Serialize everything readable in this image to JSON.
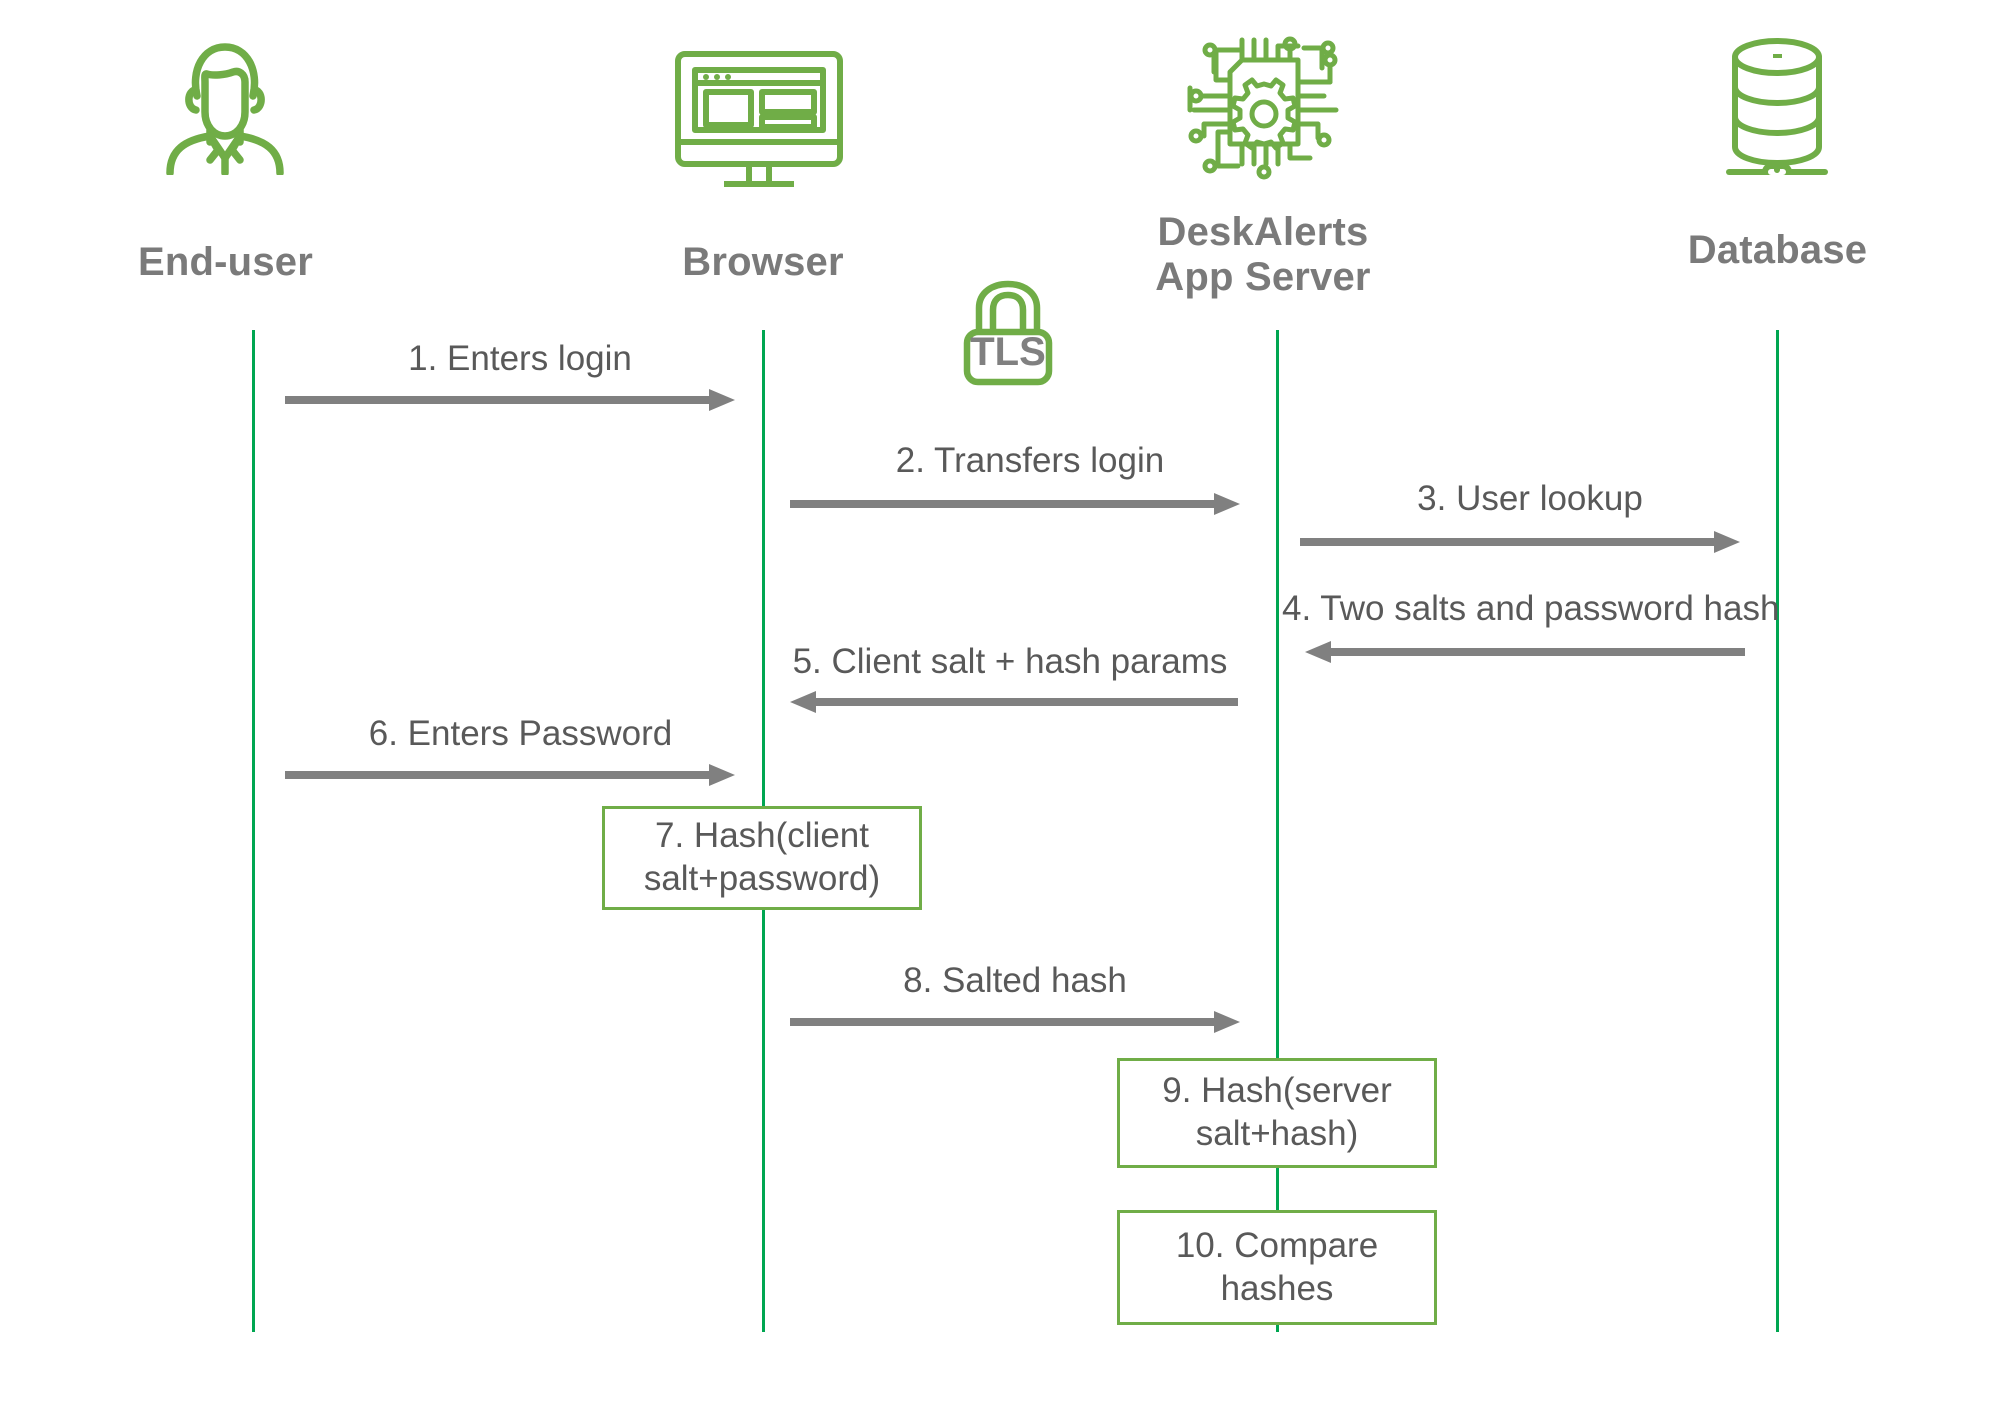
{
  "diagram": {
    "title": "DeskAlerts authentication sequence diagram",
    "type": "sequence-diagram",
    "colors": {
      "lifeline_green": "#00A651",
      "icon_green": "#70AD47",
      "box_border_green": "#70AD47",
      "arrow_gray": "#808080",
      "label_gray": "#7A7A7A",
      "text_gray": "#595959",
      "background": "#FFFFFF"
    }
  },
  "actors": [
    {
      "id": "end-user",
      "label": "End-user",
      "icon": "person-icon"
    },
    {
      "id": "browser",
      "label": "Browser",
      "icon": "monitor-browser-icon"
    },
    {
      "id": "app-server",
      "label": "DeskAlerts\nApp Server",
      "icon": "cpu-chip-gear-icon"
    },
    {
      "id": "database",
      "label": "Database",
      "icon": "database-cylinder-icon"
    }
  ],
  "security": {
    "badge_label": "TLS",
    "icon": "padlock-icon"
  },
  "messages": [
    {
      "number": "1",
      "label": "1. Enters login",
      "from": "end-user",
      "to": "browser",
      "direction": "right"
    },
    {
      "number": "2",
      "label": "2. Transfers login",
      "from": "browser",
      "to": "app-server",
      "direction": "right"
    },
    {
      "number": "3",
      "label": "3. User lookup",
      "from": "app-server",
      "to": "database",
      "direction": "right"
    },
    {
      "number": "4",
      "label": "4. Two salts and password hash",
      "from": "database",
      "to": "app-server",
      "direction": "left"
    },
    {
      "number": "5",
      "label": "5. Client salt + hash params",
      "from": "app-server",
      "to": "browser",
      "direction": "left"
    },
    {
      "number": "6",
      "label": "6. Enters Password",
      "from": "end-user",
      "to": "browser",
      "direction": "right"
    },
    {
      "number": "8",
      "label": "8. Salted hash",
      "from": "browser",
      "to": "app-server",
      "direction": "right"
    }
  ],
  "processes": [
    {
      "number": "7",
      "label": "7. Hash(client salt+password)",
      "on": "browser"
    },
    {
      "number": "9",
      "label": "9. Hash(server salt+hash)",
      "on": "app-server"
    },
    {
      "number": "10",
      "label": "10. Compare hashes",
      "on": "app-server"
    }
  ]
}
